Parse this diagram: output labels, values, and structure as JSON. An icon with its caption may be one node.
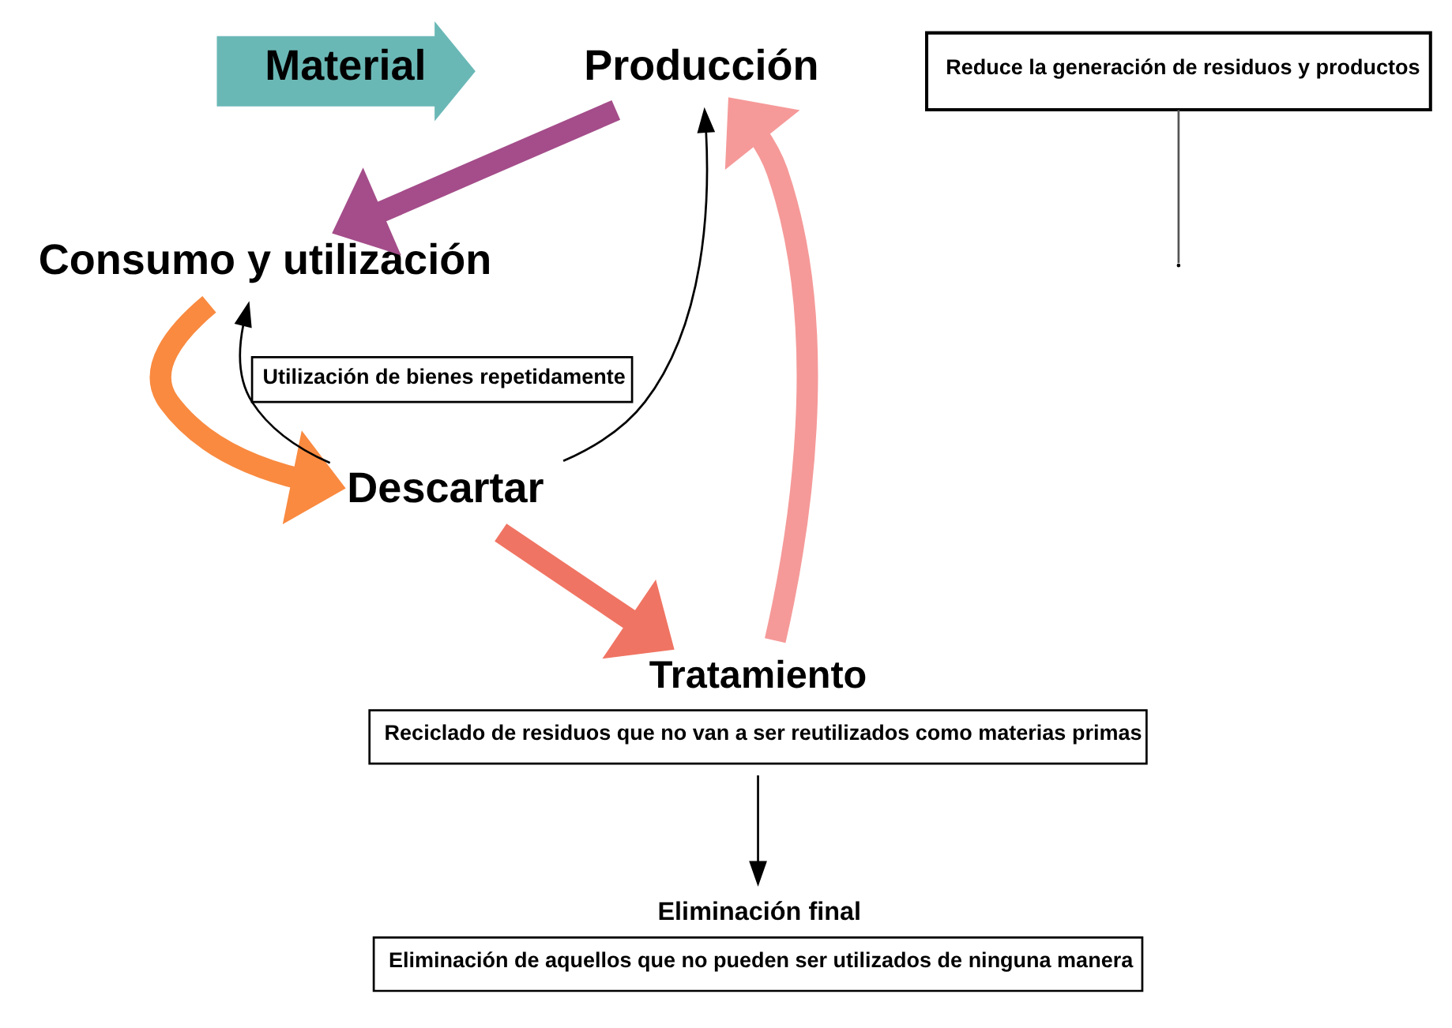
{
  "diagram": {
    "nodes": [
      {
        "text": [
          "Material"
        ]
      },
      {
        "text": [
          "Producción"
        ]
      },
      {
        "text": [
          "Reduce la generación de residuos y productos"
        ]
      },
      {
        "text": [
          "Consumo y utilización"
        ]
      },
      {
        "text": [
          "Descartar"
        ]
      },
      {
        "text": [
          "Tratamiento",
          "Reciclado de residuos que no van a ser reutilizados como materias primas"
        ]
      },
      {
        "text": [
          "Eliminación final",
          "Eliminación de aquellos que no pueden ser utilizados de ninguna manera"
        ]
      }
    ],
    "edges": [
      {
        "from": 1,
        "to": 3,
        "arrow": "to",
        "style": "thick",
        "color": "#a44d8a"
      },
      {
        "from": 3,
        "to": 4,
        "arrow": "to",
        "style": "thick",
        "color": "#f98a40"
      },
      {
        "from": 4,
        "to": 5,
        "arrow": "to",
        "style": "thick",
        "color": "#f07463"
      },
      {
        "from": 5,
        "to": 1,
        "arrow": "to",
        "style": "thick",
        "color": "#f59a99"
      },
      {
        "from": 4,
        "to": 1,
        "arrow": "to"
      },
      {
        "from": 4,
        "to": 3,
        "arrow": "to",
        "label": "Utilización de bienes repetidamente"
      },
      {
        "from": 5,
        "to": 6,
        "arrow": "to"
      },
      {
        "from": 2,
        "to": null,
        "arrow": "none",
        "color": "#555555"
      }
    ]
  }
}
